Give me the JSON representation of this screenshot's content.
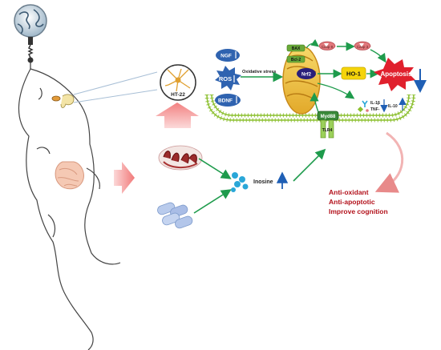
{
  "labels": {
    "ngf": "NGF",
    "ros": "ROS",
    "bdnf": "BDNF",
    "ht22": "HT-22",
    "oxidative_stress": "Oxidative stress",
    "bax": "BAX",
    "bcl2": "Bcl-2",
    "nrf2": "Nrf2",
    "casp9": "Casp 9",
    "casp3": "Casp 3",
    "ho1": "HO-1",
    "apoptosis": "Apoptosis",
    "il1b": "IL-1β",
    "tnf": "TNF-",
    "il10": "IL-10",
    "myd88": "Myd88",
    "tlr4": "TLR4",
    "inosine": "Inosine"
  },
  "outcomes": [
    "Anti-oxidant",
    "Anti-apoptotic",
    "Improve cognition"
  ],
  "colors": {
    "membrane": "#8bbf2e",
    "arrow_green": "#1e9b4c",
    "arrow_blue": "#1f5fb5",
    "outcome_text": "#b3121c",
    "ros_fill": "#2f63b0",
    "apoptosis_fill": "#e0202d",
    "caspase_fill": "#e0787c",
    "nrf2_fill": "#2a1f7a",
    "mito_fill": "#f2c94c",
    "ho1_fill": "#f5d40a",
    "myd88_fill": "#3a8a3a",
    "inosine_dots": "#2aa7d8"
  },
  "icons": [
    "earth-globe-icon",
    "mouse-outline-icon",
    "neuron-icon",
    "intestine-icon",
    "gut-villi-icon",
    "pill-tablets-icon"
  ]
}
